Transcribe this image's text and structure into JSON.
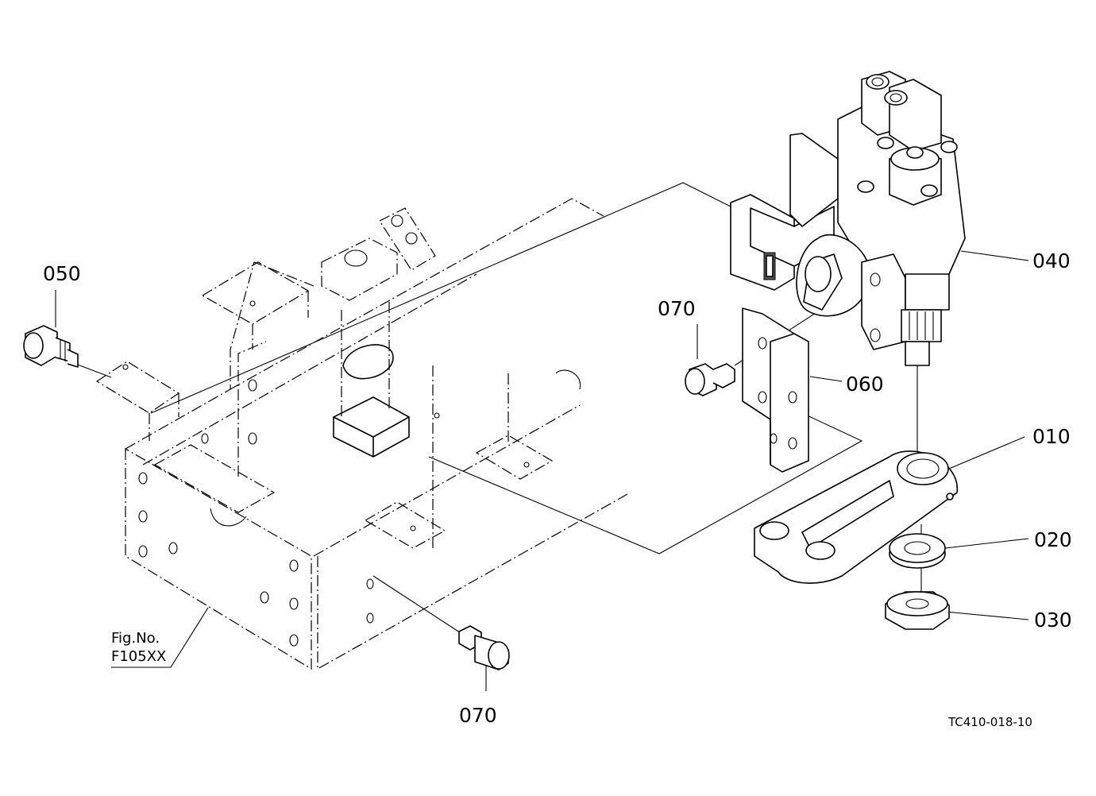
{
  "callouts": {
    "c010": "010",
    "c020": "020",
    "c030": "030",
    "c040": "040",
    "c050": "050",
    "c060": "060",
    "c070_upper": "070",
    "c070_lower": "070"
  },
  "figure_ref": {
    "line1": "Fig.No.",
    "line2": "F105XX"
  },
  "drawing_code": "TC410-018-10"
}
